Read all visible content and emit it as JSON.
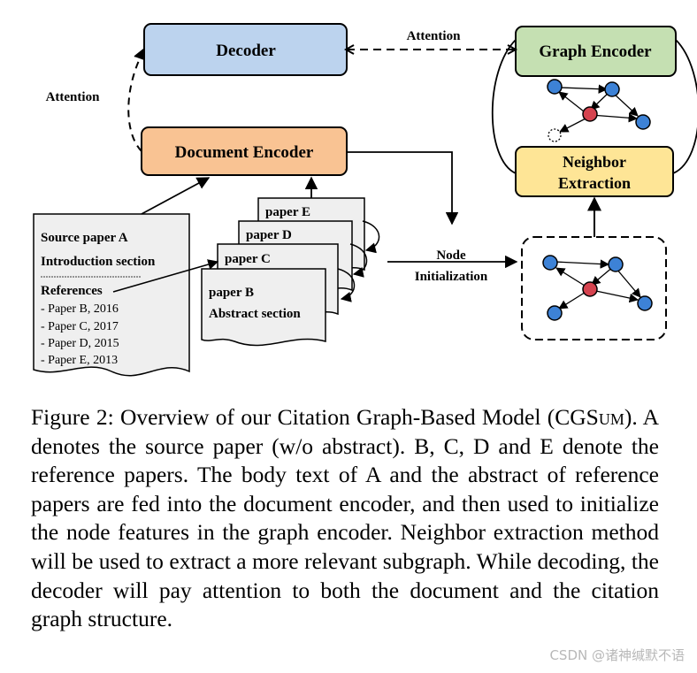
{
  "diagram": {
    "decoder": "Decoder",
    "document_encoder": "Document Encoder",
    "graph_encoder": "Graph Encoder",
    "neighbor_extraction_line1": "Neighbor",
    "neighbor_extraction_line2": "Extraction",
    "attention_top": "Attention",
    "attention_left": "Attention",
    "node_init_line1": "Node",
    "node_init_line2": "Initialization",
    "source_doc": {
      "line1": "Source paper A",
      "line2": "Introduction section",
      "references_heading": "References",
      "references": [
        "- Paper B, 2016",
        "- Paper C, 2017",
        "- Paper D, 2015",
        "- Paper E, 2013"
      ]
    },
    "paper_e": "paper E",
    "paper_d": "paper D",
    "paper_c": "paper C",
    "paper_b_line1": "paper B",
    "paper_b_line2": "Abstract section",
    "colors": {
      "decoder_fill": "#bcd3ee",
      "doc_encoder_fill": "#f9c393",
      "graph_encoder_fill": "#c5e0b2",
      "neighbor_fill": "#fee596",
      "node_blue": "#3d82d6",
      "node_red": "#d5434f"
    }
  },
  "caption": {
    "prefix": "Figure 2: Overview of our Citation Graph-Based Model (",
    "model_name": "CGSum",
    "suffix": "). A denotes the source paper (w/o abstract). B, C, D and E denote the reference papers. The body text of A and the abstract of reference papers are fed into the document encoder, and then used to initialize the node features in the graph encoder. Neighbor extraction method will be used to extract a more relevant subgraph. While decoding, the decoder will pay attention to both the document and the citation graph structure."
  },
  "watermark": "CSDN @诸神缄默不语"
}
